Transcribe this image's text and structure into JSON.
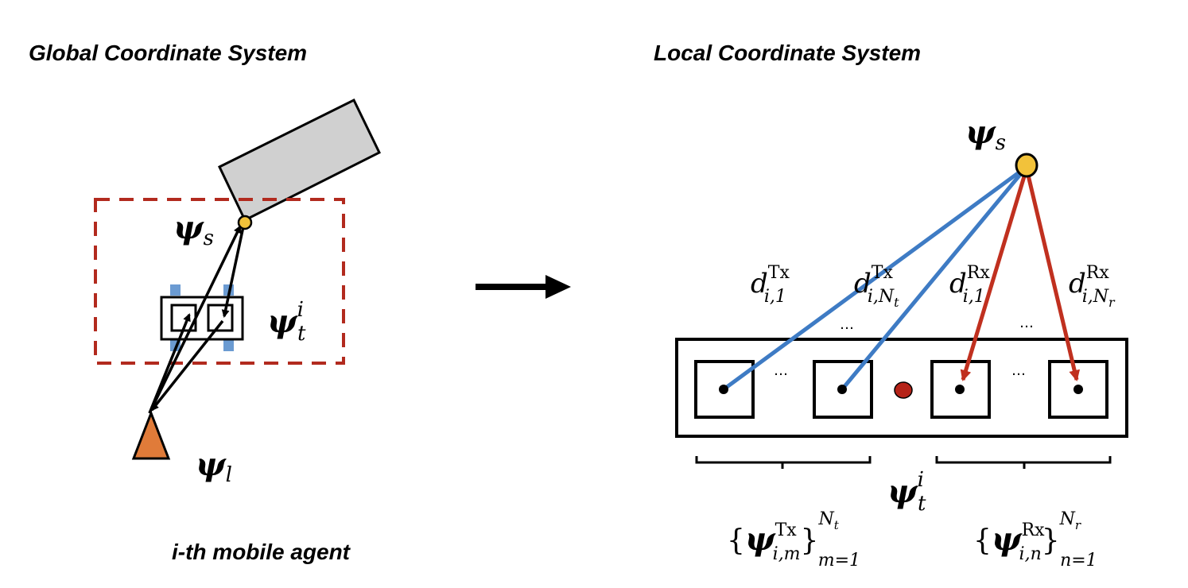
{
  "left_panel": {
    "title": "Global Coordinate System",
    "caption": "i-th mobile agent",
    "labels": {
      "psi_sym": "ψ",
      "scatter_sub": "s",
      "target_sub": "t",
      "target_sup": "i",
      "locator_sub": "l"
    },
    "colors": {
      "region_border": "#b22a1e",
      "reflector_fill": "#d0d0d0",
      "scatter_point": "#f2c23a",
      "agent_patch": "#6b9bd2",
      "locator": "#e07b39"
    }
  },
  "right_panel": {
    "title": "Local Coordinate System",
    "scatter_label": {
      "sym": "ψ",
      "sub": "s"
    },
    "target_label": {
      "sym": "ψ",
      "sub": "t",
      "sup": "i"
    },
    "distances": {
      "d_sym": "d",
      "tx1": {
        "sub": "i,1",
        "sup": "Tx"
      },
      "txN": {
        "sub": "i,N",
        "subsub": "t",
        "sup": "Tx"
      },
      "rx1": {
        "sub": "i,1",
        "sup": "Rx"
      },
      "rxN": {
        "sub": "i,N",
        "subsub": "r",
        "sup": "Rx"
      }
    },
    "tx_set": {
      "sym": "ψ",
      "sup": "Tx",
      "sub": "i,m",
      "range_sub": "m=1",
      "range_sup": "N",
      "range_sup_sub": "t"
    },
    "rx_set": {
      "sym": "ψ",
      "sup": "Rx",
      "sub": "i,n",
      "range_sub": "n=1",
      "range_sup": "N",
      "range_sup_sub": "r"
    },
    "ellipsis": "…",
    "colors": {
      "tx_line": "#3e7bc4",
      "rx_line": "#c0301f",
      "center_point": "#b52318",
      "scatter_point": "#f2c23a"
    }
  },
  "arrow_label": ""
}
